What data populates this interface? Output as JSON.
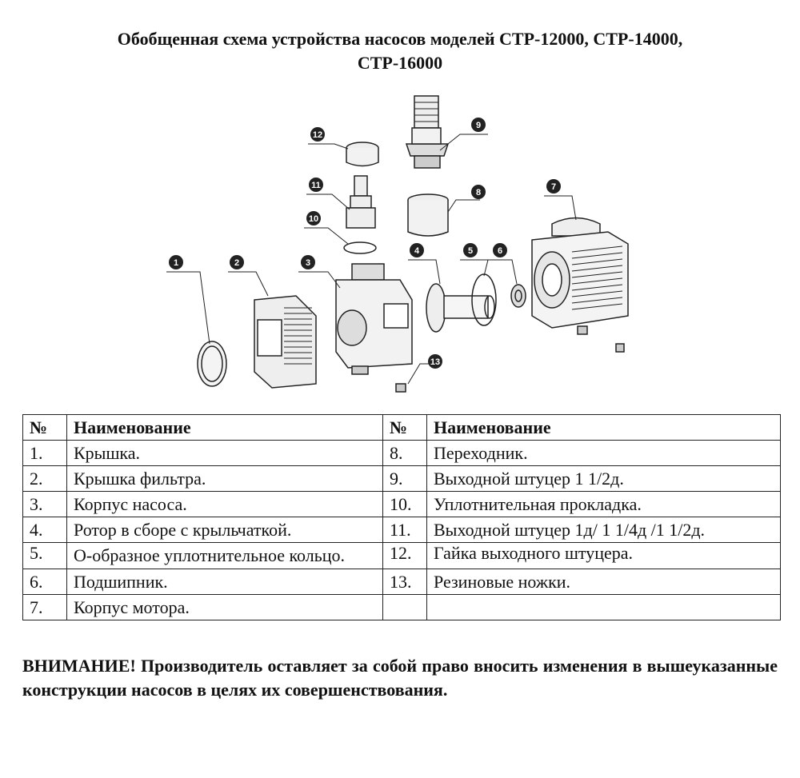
{
  "title_line1": "Обобщенная схема устройства насосов моделей СТР-12000, СТР-14000,",
  "title_line2": "СТР-16000",
  "callouts": [
    "1",
    "2",
    "3",
    "4",
    "5",
    "6",
    "7",
    "8",
    "9",
    "10",
    "11",
    "12",
    "13"
  ],
  "table": {
    "headers": [
      "№",
      "Наименование",
      "№",
      "Наименование"
    ],
    "rows": [
      {
        "n1": "1.",
        "name1": "Крышка.",
        "n2": "8.",
        "name2": "Переходник."
      },
      {
        "n1": "2.",
        "name1": "Крышка фильтра.",
        "n2": "9.",
        "name2": "Выходной штуцер 1 1/2д."
      },
      {
        "n1": "3.",
        "name1": "Корпус насоса.",
        "n2": "10.",
        "name2": "Уплотнительная прокладка."
      },
      {
        "n1": "4.",
        "name1": "Ротор в сборе с крыльчаткой.",
        "n2": "11.",
        "name2": "Выходной штуцер 1д/ 1 1/4д /1 1/2д."
      },
      {
        "n1": "5.",
        "name1": "О-образное уплотнительное кольцо.",
        "n2": "12.",
        "name2": "Гайка выходного штуцера."
      },
      {
        "n1": "6.",
        "name1": "Подшипник.",
        "n2": "13.",
        "name2": "Резиновые ножки."
      },
      {
        "n1": "7.",
        "name1": "Корпус мотора.",
        "n2": "",
        "name2": ""
      }
    ]
  },
  "note": "ВНИМАНИЕ! Производитель оставляет за собой право вносить изменения в вышеуказанные конструкции насосов в целях их совершенствования."
}
